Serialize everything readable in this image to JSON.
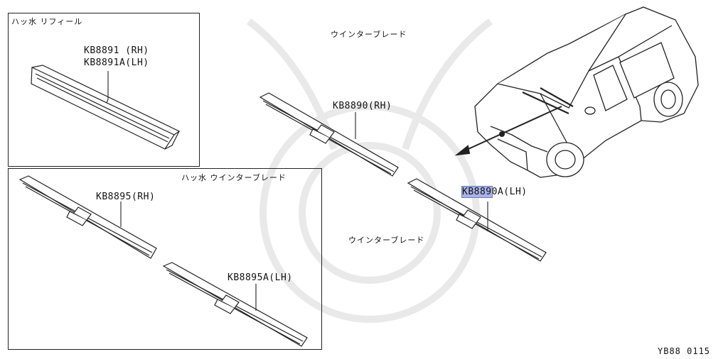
{
  "groups": {
    "refill": {
      "title": "ハッ水 リフィール",
      "part_rh": "KB8891 (RH)",
      "part_lh": "KB8891A(LH)"
    },
    "winter": {
      "title": "ハッ水 ウインターブレード",
      "part_rh": "KB8895(RH)",
      "part_lh": "KB8895A(LH)"
    }
  },
  "main": {
    "label_top": "ウインターブレード",
    "label_bottom": "ウインターブレード",
    "part_rh": "KB8890(RH)",
    "part_lh_highlight": "KB889",
    "part_lh_rest": "0A(LH)"
  },
  "footer": {
    "code": "YB88 0115"
  },
  "colors": {
    "line": "#222222",
    "highlight": "#a9b3e6"
  }
}
